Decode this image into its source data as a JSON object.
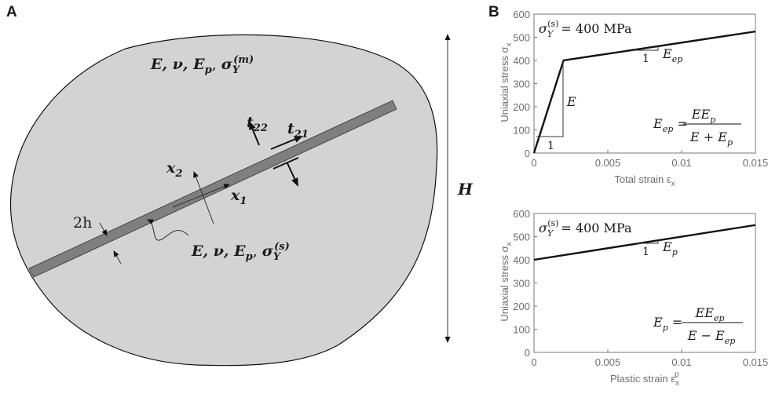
{
  "panel_a": {
    "label": "A",
    "matrix_props": "E, ν, E",
    "matrix_props_sub": "p",
    "matrix_sigma": "σ",
    "matrix_sigma_sub": "Y",
    "matrix_sigma_sup": "(m)",
    "band_props": "E, ν, E",
    "band_props_sub": "p",
    "band_sigma": "σ",
    "band_sigma_sub": "Y",
    "band_sigma_sup": "(s)",
    "thickness": "2h",
    "x1": "x",
    "x1_sub": "1",
    "x2": "x",
    "x2_sub": "2",
    "t21": "t",
    "t21_sub": "21",
    "t22": "t",
    "t22_sub": "22",
    "height": "H",
    "colors": {
      "matrix": "#d3d3d3",
      "band": "#7f7f7f"
    }
  },
  "panel_b": {
    "label": "B",
    "colors": {
      "curve": "#111111",
      "axis": "#777777"
    }
  },
  "chart_data": [
    {
      "type": "line",
      "xlabel": "Total strain ε",
      "xlabel_sub": "x",
      "ylabel": "Uniaxial stress σ",
      "ylabel_sub": "x",
      "xlim": [
        0,
        0.015
      ],
      "ylim": [
        0,
        600
      ],
      "xticks": [
        "0",
        "0.005",
        "0.01",
        "0.015"
      ],
      "xtick_values": [
        0,
        0.005,
        0.01,
        0.015
      ],
      "yticks": [
        "0",
        "100",
        "200",
        "300",
        "400",
        "500",
        "600"
      ],
      "ytick_values": [
        0,
        100,
        200,
        300,
        400,
        500,
        600
      ],
      "series": [
        {
          "x": [
            0,
            0.002,
            0.015
          ],
          "y": [
            0,
            400,
            525
          ]
        }
      ],
      "annotations": {
        "yield": "σ",
        "yield_sub": "Y",
        "yield_sup": "(s)",
        "yield_value": "= 400 MPa",
        "slope_elastic": "E",
        "slope_one": "1",
        "slope_plastic": "E",
        "slope_plastic_sub": "ep",
        "plastic_one": "1",
        "formula_lhs": "E",
        "formula_lhs_sub": "ep",
        "formula_num": "EE",
        "formula_num_sub": "p",
        "formula_den": "E + E",
        "formula_den_sub": "p"
      }
    },
    {
      "type": "line",
      "xlabel": "Plastic strain ε",
      "xlabel_sub": "x",
      "xlabel_sup": "p",
      "ylabel": "Uniaxial stress σ",
      "ylabel_sub": "x",
      "xlim": [
        0,
        0.015
      ],
      "ylim": [
        0,
        600
      ],
      "xticks": [
        "0",
        "0.005",
        "0.01",
        "0.015"
      ],
      "xtick_values": [
        0,
        0.005,
        0.01,
        0.015
      ],
      "yticks": [
        "0",
        "100",
        "200",
        "300",
        "400",
        "500",
        "600"
      ],
      "ytick_values": [
        0,
        100,
        200,
        300,
        400,
        500,
        600
      ],
      "series": [
        {
          "x": [
            0,
            0.015
          ],
          "y": [
            400,
            550
          ]
        }
      ],
      "annotations": {
        "yield": "σ",
        "yield_sub": "Y",
        "yield_sup": "(s)",
        "yield_value": "= 400 MPa",
        "slope_plastic": "E",
        "slope_plastic_sub": "p",
        "plastic_one": "1",
        "formula_lhs": "E",
        "formula_lhs_sub": "p",
        "formula_num": "EE",
        "formula_num_sub": "ep",
        "formula_den": "E − E",
        "formula_den_sub": "ep"
      }
    }
  ]
}
